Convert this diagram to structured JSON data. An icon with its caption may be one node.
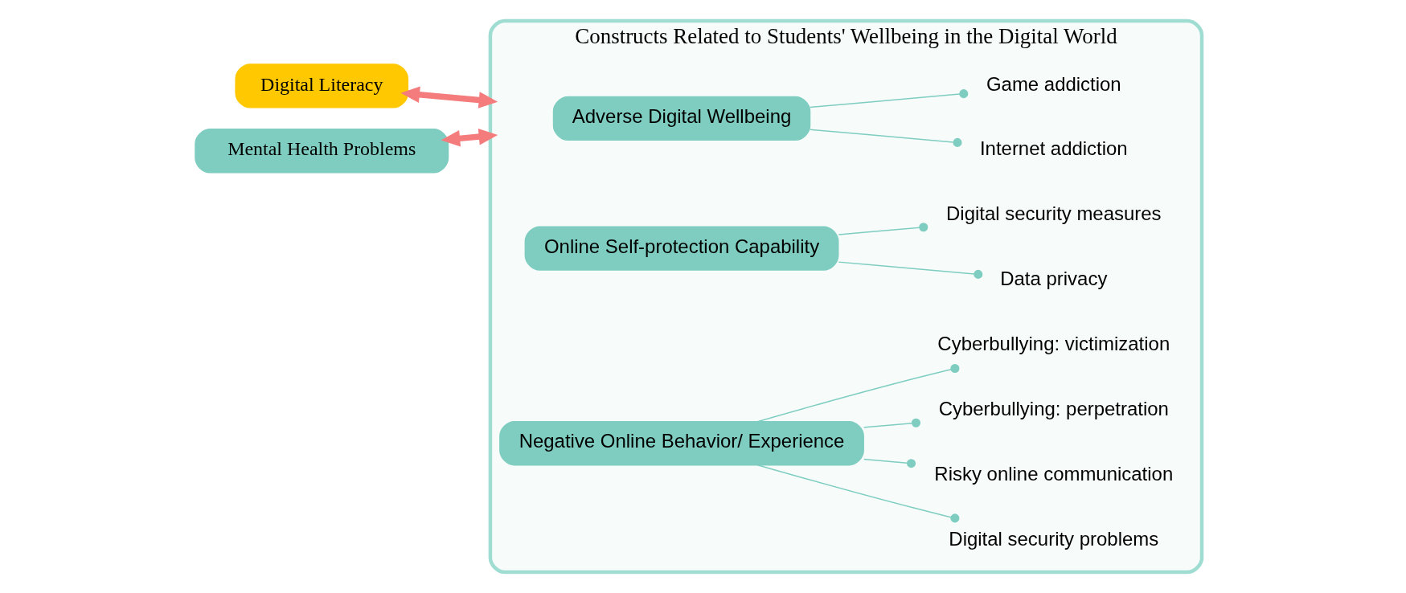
{
  "diagram": {
    "nodes": [
      {
        "text": [
          "Digital Literacy"
        ]
      },
      {
        "text": [
          "Mental Health Problems"
        ]
      },
      {
        "text": [
          "Constructs Related to Students' Wellbeing in the Digital World"
        ]
      },
      {
        "text": [
          "Adverse Digital Wellbeing"
        ],
        "in": 2
      },
      {
        "text": [
          "Internet addiction"
        ],
        "in": 2
      },
      {
        "text": [
          "Game addiction"
        ],
        "in": 2
      },
      {
        "text": [
          "Online Self-protection Capability"
        ],
        "in": 2
      },
      {
        "text": [
          "Data privacy"
        ],
        "in": 2
      },
      {
        "text": [
          "Digital security measures"
        ],
        "in": 2
      },
      {
        "text": [
          "Negative Online Behavior/ Experience"
        ],
        "in": 2
      },
      {
        "text": [
          "Digital security problems"
        ],
        "in": 2
      },
      {
        "text": [
          "Risky online communication"
        ],
        "in": 2
      },
      {
        "text": [
          "Cyberbullying: perpetration"
        ],
        "in": 2
      },
      {
        "text": [
          "Cyberbullying: victimization"
        ],
        "in": 2
      }
    ],
    "edges": [
      {
        "from": 0,
        "to": 2,
        "arrow": "both",
        "style": "thick",
        "color": "#f47c7c"
      },
      {
        "from": 1,
        "to": 2,
        "arrow": "both",
        "style": "thick",
        "color": "#f47c7c"
      },
      {
        "from": 3,
        "to": 4,
        "arrow": "other"
      },
      {
        "from": 3,
        "to": 5,
        "arrow": "other"
      },
      {
        "from": 6,
        "to": 7,
        "arrow": "other"
      },
      {
        "from": 6,
        "to": 8,
        "arrow": "other"
      },
      {
        "from": 9,
        "to": 10,
        "arrow": "other"
      },
      {
        "from": 9,
        "to": 11,
        "arrow": "other"
      },
      {
        "from": 9,
        "to": 12,
        "arrow": "other"
      },
      {
        "from": 9,
        "to": 13,
        "arrow": "other"
      }
    ]
  }
}
